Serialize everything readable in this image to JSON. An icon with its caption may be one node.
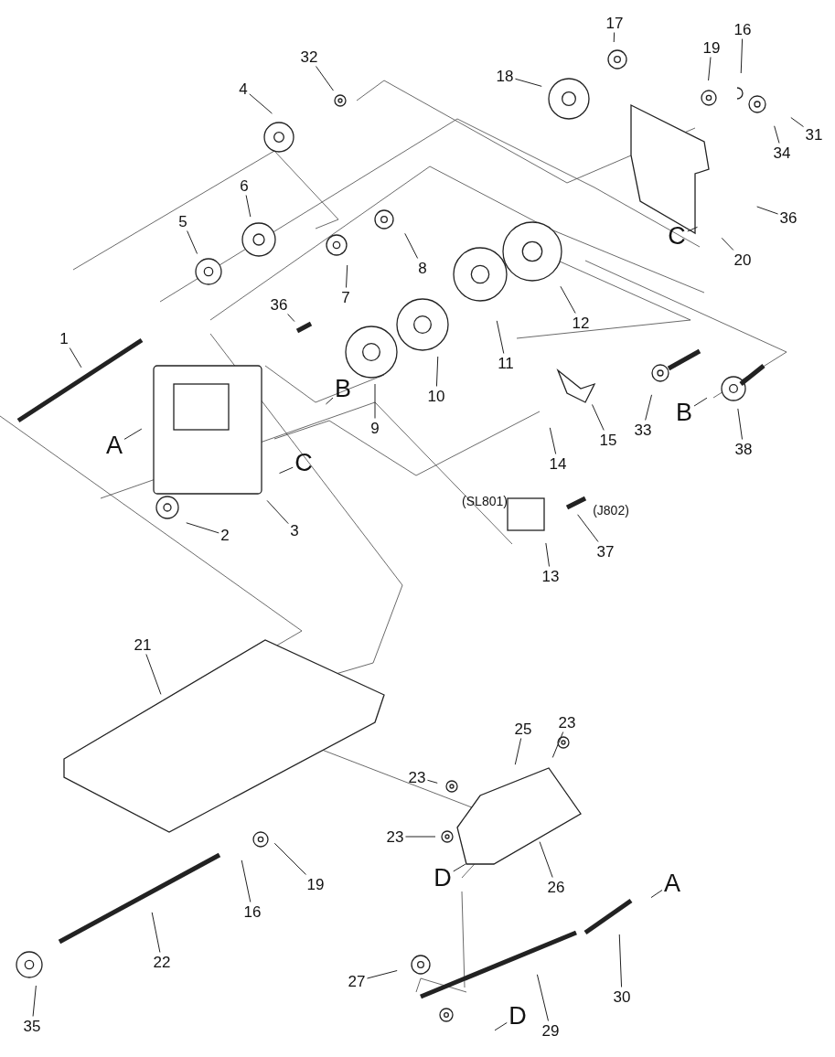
{
  "diagram": {
    "nodes": [
      {
        "text": [
          "17"
        ]
      },
      {
        "text": [
          "16"
        ]
      },
      {
        "text": [
          "32"
        ]
      },
      {
        "text": [
          "19"
        ]
      },
      {
        "text": [
          "18"
        ]
      },
      {
        "text": [
          "4"
        ]
      },
      {
        "text": [
          "31"
        ]
      },
      {
        "text": [
          "34"
        ]
      },
      {
        "text": [
          "6"
        ]
      },
      {
        "text": [
          "36"
        ]
      },
      {
        "text": [
          "5"
        ]
      },
      {
        "text": [
          "C"
        ]
      },
      {
        "text": [
          "20"
        ]
      },
      {
        "text": [
          "8"
        ]
      },
      {
        "text": [
          "7"
        ]
      },
      {
        "text": [
          "12"
        ]
      },
      {
        "text": [
          "36"
        ]
      },
      {
        "text": [
          "1"
        ]
      },
      {
        "text": [
          "11"
        ]
      },
      {
        "text": [
          "B"
        ]
      },
      {
        "text": [
          "10"
        ]
      },
      {
        "text": [
          "B"
        ]
      },
      {
        "text": [
          "33"
        ]
      },
      {
        "text": [
          "9"
        ]
      },
      {
        "text": [
          "15"
        ]
      },
      {
        "text": [
          "A"
        ]
      },
      {
        "text": [
          "38"
        ]
      },
      {
        "text": [
          "C"
        ]
      },
      {
        "text": [
          "14"
        ]
      },
      {
        "text": [
          "3"
        ]
      },
      {
        "text": [
          "2"
        ]
      },
      {
        "text": [
          "37"
        ]
      },
      {
        "text": [
          "13"
        ]
      },
      {
        "text": [
          "21"
        ]
      },
      {
        "text": [
          "23"
        ]
      },
      {
        "text": [
          "25"
        ]
      },
      {
        "text": [
          "23"
        ]
      },
      {
        "text": [
          "23"
        ]
      },
      {
        "text": [
          "D"
        ]
      },
      {
        "text": [
          "19"
        ]
      },
      {
        "text": [
          "26"
        ]
      },
      {
        "text": [
          "A"
        ]
      },
      {
        "text": [
          "16"
        ]
      },
      {
        "text": [
          "22"
        ]
      },
      {
        "text": [
          "30"
        ]
      },
      {
        "text": [
          "27"
        ]
      },
      {
        "text": [
          "D"
        ]
      },
      {
        "text": [
          "29"
        ]
      },
      {
        "text": [
          "35"
        ]
      }
    ],
    "edges": [
      {
        "from": 0,
        "to": null,
        "arrow": "none"
      },
      {
        "from": 1,
        "to": null,
        "arrow": "none"
      },
      {
        "from": 2,
        "to": null,
        "arrow": "none"
      },
      {
        "from": 3,
        "to": null,
        "arrow": "none"
      },
      {
        "from": 4,
        "to": null,
        "arrow": "none"
      },
      {
        "from": 5,
        "to": null,
        "arrow": "none"
      },
      {
        "from": 6,
        "to": null,
        "arrow": "none"
      },
      {
        "from": 7,
        "to": null,
        "arrow": "none"
      },
      {
        "from": 8,
        "to": null,
        "arrow": "none"
      },
      {
        "from": 9,
        "to": null,
        "arrow": "none"
      },
      {
        "from": 10,
        "to": null,
        "arrow": "none"
      },
      {
        "from": 11,
        "to": null,
        "arrow": "none"
      },
      {
        "from": 12,
        "to": null,
        "arrow": "none"
      },
      {
        "from": 13,
        "to": null,
        "arrow": "none"
      },
      {
        "from": 14,
        "to": null,
        "arrow": "none"
      },
      {
        "from": 15,
        "to": null,
        "arrow": "none"
      },
      {
        "from": 16,
        "to": null,
        "arrow": "none"
      },
      {
        "from": 17,
        "to": null,
        "arrow": "none"
      },
      {
        "from": 18,
        "to": null,
        "arrow": "none"
      },
      {
        "from": 19,
        "to": null,
        "arrow": "none"
      },
      {
        "from": 20,
        "to": null,
        "arrow": "none"
      },
      {
        "from": 21,
        "to": null,
        "arrow": "none"
      },
      {
        "from": 22,
        "to": null,
        "arrow": "none"
      },
      {
        "from": 23,
        "to": null,
        "arrow": "none"
      },
      {
        "from": 24,
        "to": null,
        "arrow": "none"
      },
      {
        "from": 25,
        "to": null,
        "arrow": "none"
      },
      {
        "from": 26,
        "to": null,
        "arrow": "none"
      },
      {
        "from": 27,
        "to": null,
        "arrow": "none"
      },
      {
        "from": 28,
        "to": null,
        "arrow": "none"
      },
      {
        "from": 29,
        "to": null,
        "arrow": "none"
      },
      {
        "from": 30,
        "to": null,
        "arrow": "none"
      },
      {
        "from": 31,
        "to": null,
        "arrow": "none"
      },
      {
        "from": 32,
        "to": null,
        "arrow": "none"
      },
      {
        "from": 33,
        "to": null,
        "arrow": "none"
      },
      {
        "from": 34,
        "to": null,
        "arrow": "none"
      },
      {
        "from": 35,
        "to": null,
        "arrow": "none"
      },
      {
        "from": 36,
        "to": null,
        "arrow": "none"
      },
      {
        "from": 37,
        "to": null,
        "arrow": "none"
      },
      {
        "from": 38,
        "to": null,
        "arrow": "none"
      },
      {
        "from": 39,
        "to": null,
        "arrow": "none"
      },
      {
        "from": 40,
        "to": null,
        "arrow": "none"
      },
      {
        "from": 41,
        "to": null,
        "arrow": "none"
      },
      {
        "from": 42,
        "to": null,
        "arrow": "none"
      },
      {
        "from": 43,
        "to": null,
        "arrow": "none"
      },
      {
        "from": 44,
        "to": null,
        "arrow": "none"
      },
      {
        "from": 45,
        "to": null,
        "arrow": "none"
      },
      {
        "from": 46,
        "to": null,
        "arrow": "none"
      },
      {
        "from": 47,
        "to": null,
        "arrow": "none"
      },
      {
        "from": 48,
        "to": null,
        "arrow": "none"
      }
    ],
    "labels": [
      "(SL801)",
      "(J802)"
    ]
  }
}
